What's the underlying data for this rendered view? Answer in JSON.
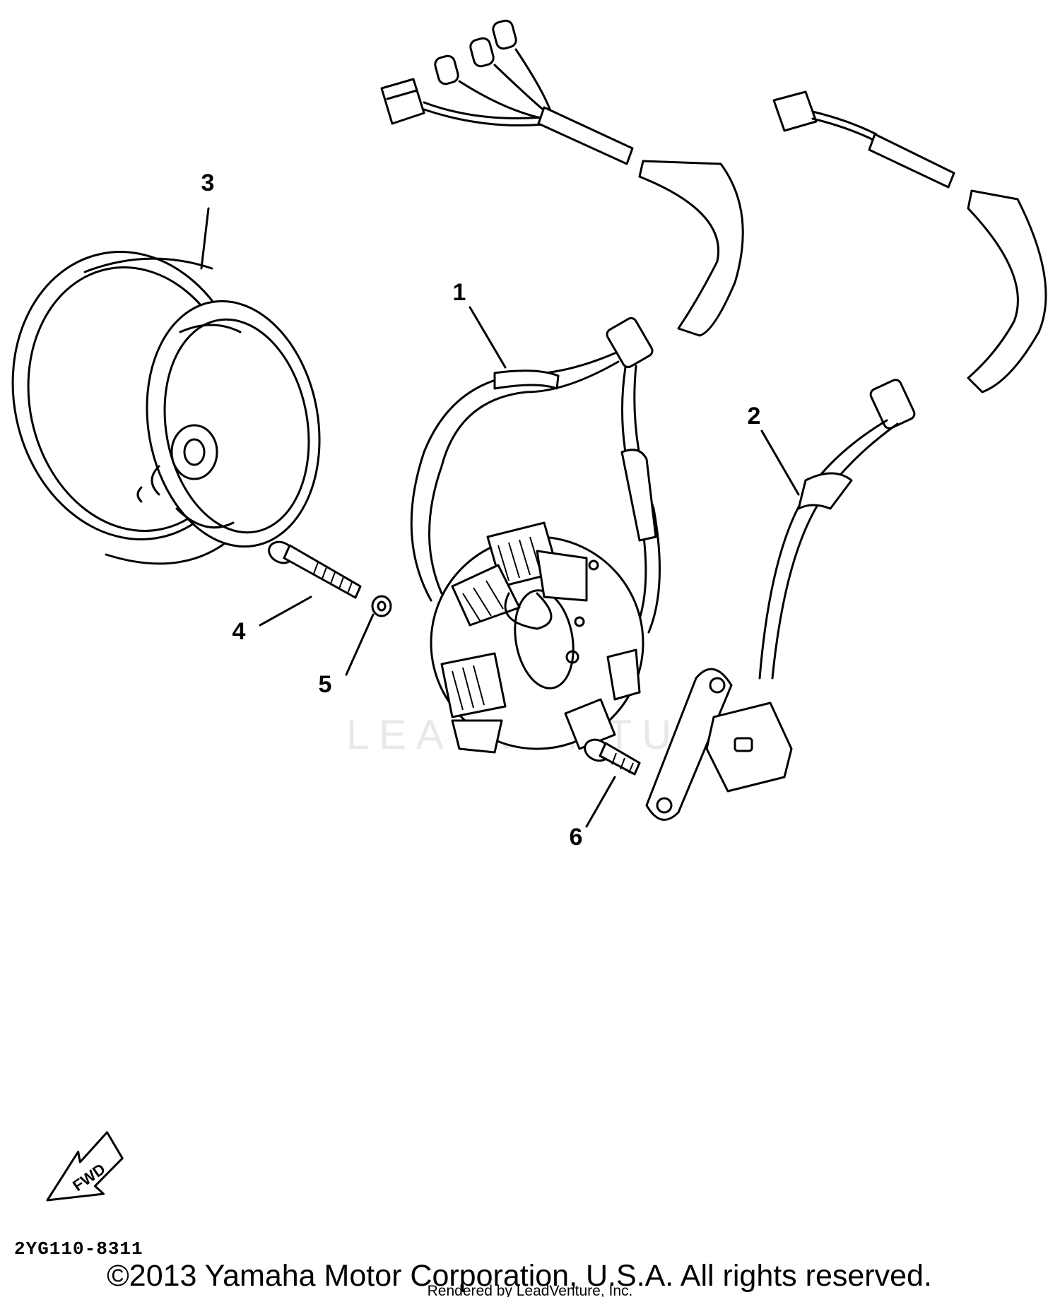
{
  "diagram": {
    "callouts": [
      {
        "id": "1",
        "label": "1"
      },
      {
        "id": "2",
        "label": "2"
      },
      {
        "id": "3",
        "label": "3"
      },
      {
        "id": "4",
        "label": "4"
      },
      {
        "id": "5",
        "label": "5"
      },
      {
        "id": "6",
        "label": "6"
      }
    ],
    "direction_label": "FWD",
    "drawing_code": "2YG110-8311",
    "watermark": "LEADVENTURE",
    "copyright": "©2013 Yamaha Motor Corporation, U.S.A. All rights reserved.",
    "rendered_by": "Rendered by LeadVenture, Inc."
  }
}
